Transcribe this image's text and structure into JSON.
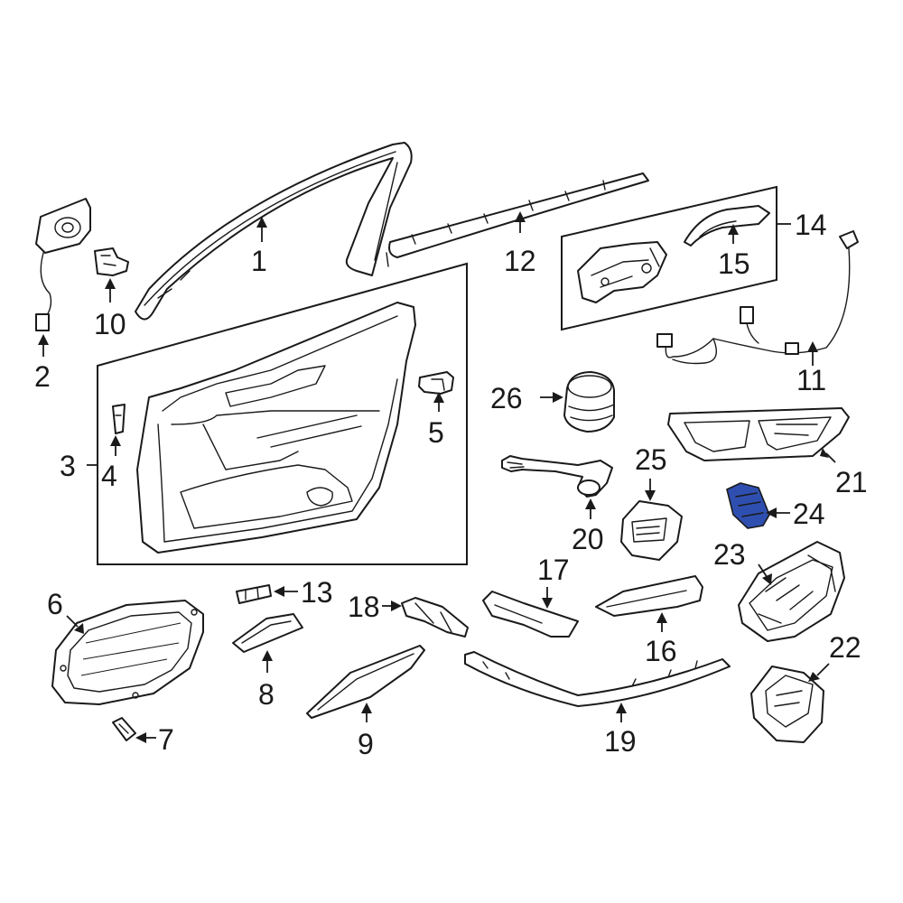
{
  "diagram": {
    "highlight_color": "#2f4fb0",
    "line_color": "#1a1a1a",
    "background": "#ffffff",
    "highlighted_part": "24",
    "callouts": {
      "c1": "1",
      "c2": "2",
      "c3": "3",
      "c4": "4",
      "c5": "5",
      "c6": "6",
      "c7": "7",
      "c8": "8",
      "c9": "9",
      "c10": "10",
      "c11": "11",
      "c12": "12",
      "c13": "13",
      "c14": "14",
      "c15": "15",
      "c16": "16",
      "c17": "17",
      "c18": "18",
      "c19": "19",
      "c20": "20",
      "c21": "21",
      "c22": "22",
      "c23": "23",
      "c24": "24",
      "c25": "25",
      "c26": "26"
    }
  }
}
